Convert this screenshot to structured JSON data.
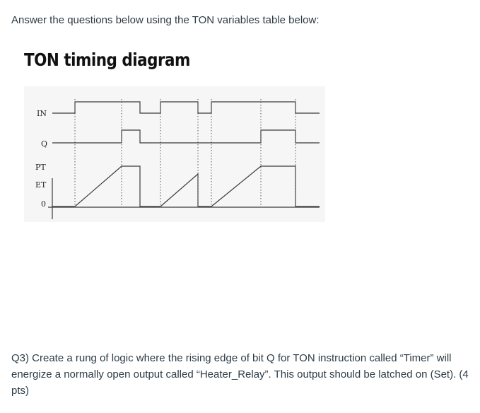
{
  "intro_text": "Answer the questions below using the TON variables table below:",
  "heading": "TON timing diagram",
  "diagram": {
    "signal_labels": [
      "IN",
      "Q",
      "PT",
      "ET",
      "0"
    ],
    "line_color": "#3a3a3a",
    "background": "#f6f6f6"
  },
  "question": {
    "text": "Q3) Create a rung of logic where the rising edge of bit Q for TON instruction called “Timer” will energize a normally open output called “Heater_Relay”.  This output should be latched on (Set).  (4 pts)"
  }
}
